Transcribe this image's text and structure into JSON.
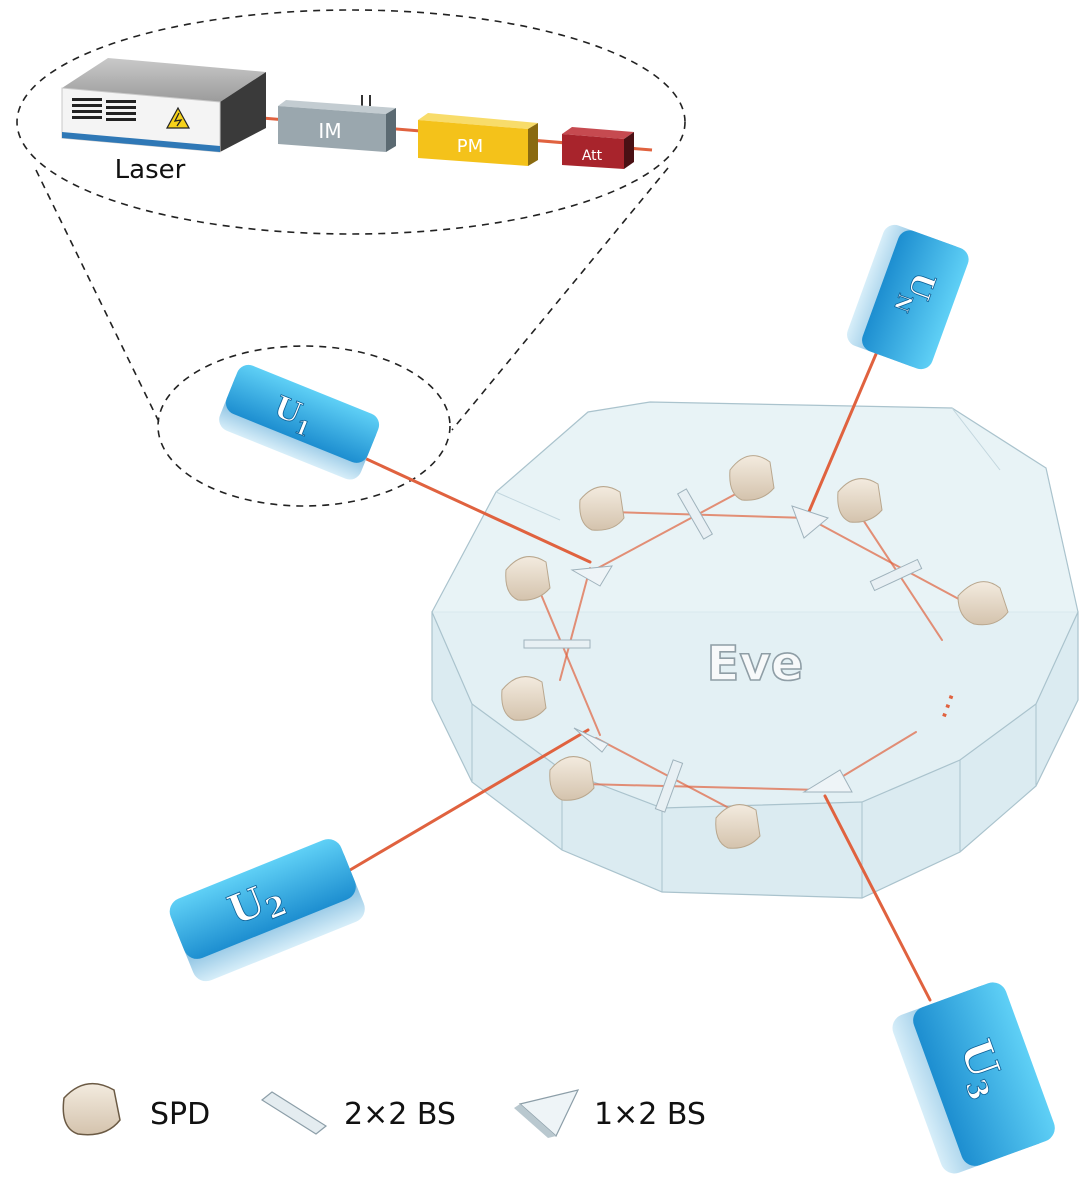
{
  "source_panel": {
    "laser_label": "Laser",
    "modulators": [
      {
        "label": "IM",
        "color": "#9aa7ae"
      },
      {
        "label": "PM",
        "color": "#f4c21a"
      },
      {
        "label": "Att",
        "color": "#a8242c"
      }
    ]
  },
  "network": {
    "center_label": "Eve",
    "continuation_marker": "...",
    "users": [
      {
        "id": "u1",
        "letter": "U",
        "sub": "1"
      },
      {
        "id": "u2",
        "letter": "U",
        "sub": "2"
      },
      {
        "id": "u3",
        "letter": "U",
        "sub": "3"
      },
      {
        "id": "un",
        "letter": "U",
        "sub": "N"
      }
    ]
  },
  "legend": {
    "items": [
      {
        "label": "SPD"
      },
      {
        "label": "2×2 BS"
      },
      {
        "label": "1×2 BS"
      }
    ]
  },
  "colors": {
    "fiber": "#e0623f",
    "user_box": "#2aa3df",
    "spd": "#e9dcc9",
    "ring_fill": "#dfeef3",
    "ring_edge": "#aac3cd"
  }
}
